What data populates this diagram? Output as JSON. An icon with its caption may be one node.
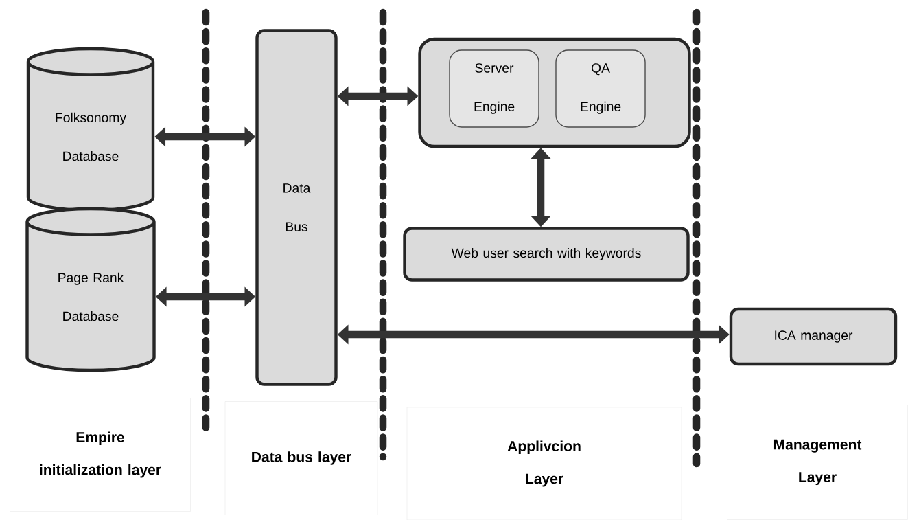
{
  "diagram": {
    "nodes": [
      {
        "text": [
          "Folksonomy Database"
        ]
      },
      {
        "text": [
          "Page Rank Database"
        ]
      },
      {
        "text": [
          "Data Bus"
        ]
      },
      {
        "text": [],
        "shape": "box"
      },
      {
        "text": [
          "Server Engine"
        ],
        "in": 3
      },
      {
        "text": [
          "QA Engine"
        ],
        "in": 3
      },
      {
        "text": [
          "Web user search with keywords"
        ]
      },
      {
        "text": [
          "ICA manager"
        ]
      }
    ],
    "edges": [
      {
        "from": 0,
        "to": 2,
        "arrow": "both"
      },
      {
        "from": 1,
        "to": 2,
        "arrow": "both"
      },
      {
        "from": 2,
        "to": 3,
        "arrow": "both"
      },
      {
        "from": 3,
        "to": 6,
        "arrow": "both"
      },
      {
        "from": 2,
        "to": 7,
        "arrow": "both"
      }
    ],
    "labels": [
      "Empire initialization layer",
      "Data bus layer",
      "Applivcion Layer",
      "Management Layer"
    ]
  }
}
